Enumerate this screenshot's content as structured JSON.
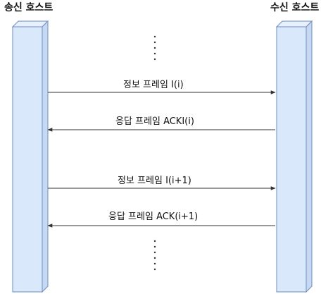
{
  "hosts": {
    "sender": "송신 호스트",
    "receiver": "수신 호스트"
  },
  "messages": [
    {
      "label": "정보 프레임 I(i)",
      "direction": "right"
    },
    {
      "label": "응답 프레임 ACKI(i)",
      "direction": "left"
    },
    {
      "label": "정보 프레임 I(i+1)",
      "direction": "right"
    },
    {
      "label": "응답 프레임 ACK(i+1)",
      "direction": "left"
    }
  ],
  "colors": {
    "bar_fill": "#dae8fc",
    "bar_side": "#c7d8f2",
    "bar_stroke": "#6c8ebf",
    "line": "#333333"
  }
}
